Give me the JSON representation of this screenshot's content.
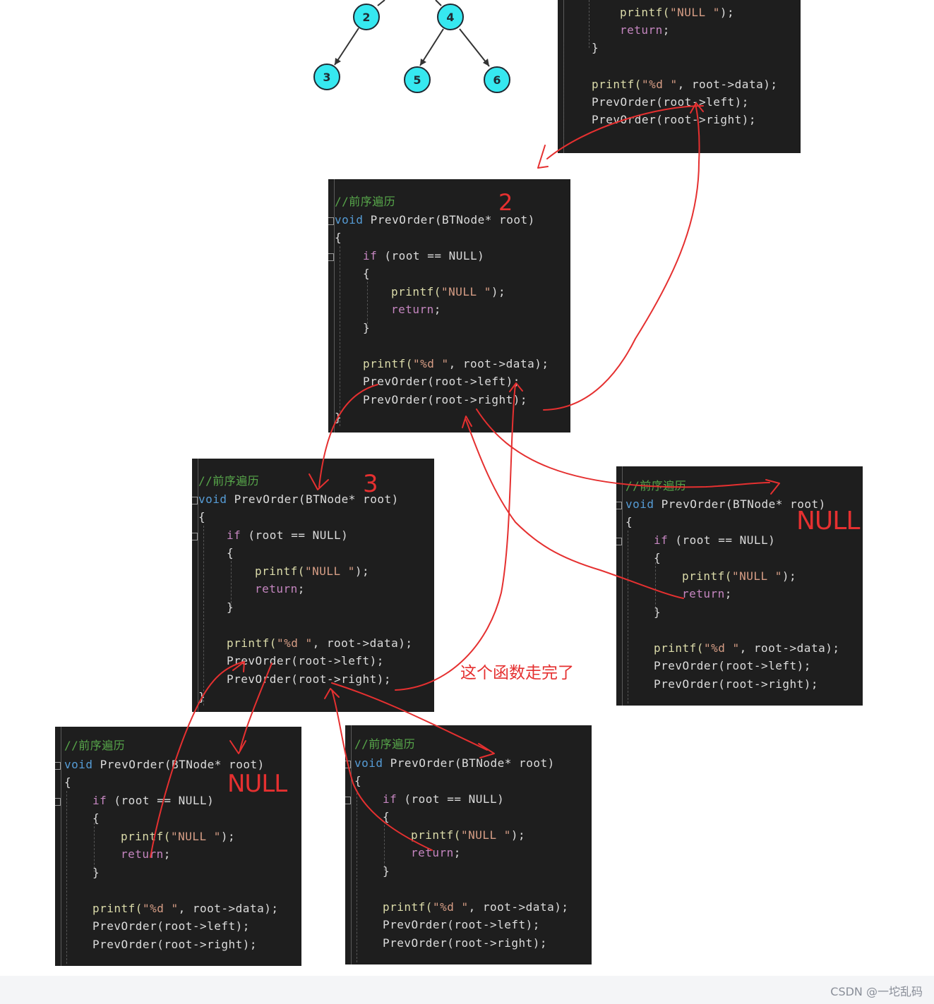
{
  "tree": {
    "nodes": [
      "2",
      "3",
      "4",
      "5",
      "6"
    ]
  },
  "code": {
    "comment": "//前序遍历",
    "kw_void": "void",
    "signature": " PrevOrder(BTNode* root)",
    "open_brace": "{",
    "close_brace": "}",
    "kw_if": "if",
    "if_cond": " (root == NULL)",
    "printf": "printf(",
    "null_str": "\"NULL \"",
    "printf_end": ");",
    "kw_return": "return",
    "semicolon": ";",
    "fmt_str": "\"%d \"",
    "data_args": ", root->data);",
    "left_call": "PrevOrder(root->left);",
    "right_call": "PrevOrder(root->right);"
  },
  "annotations": {
    "label_two": "2",
    "label_three": "3",
    "null_one": "NULL",
    "null_two": "NULL",
    "function_done": "这个函数走完了"
  },
  "colors": {
    "editor_bg": "#1e1e1e",
    "node_fill": "#36e8f0",
    "ink": "#e53030"
  },
  "watermark": "CSDN @一坨乱码"
}
